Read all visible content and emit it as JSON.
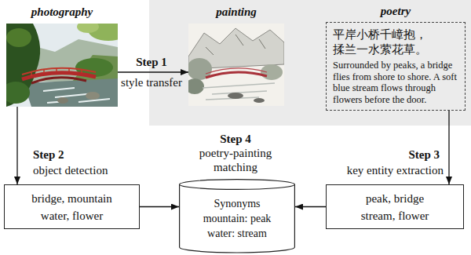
{
  "diagram": {
    "nodes": [
      {
        "text": [
          "photography"
        ]
      },
      {
        "text": [
          "painting"
        ]
      },
      {
        "text": [
          "poetry",
          "平岸小桥千嶂抱， 揉兰一水萦花草。",
          "Surrounded by peaks, a bridge flies from shore to shore. A soft blue stream flows through flowers before the door."
        ]
      },
      {
        "text": [
          "bridge, mountain water, flower"
        ]
      },
      {
        "text": [
          "peak, bridge stream, flower"
        ]
      },
      {
        "text": [
          "Synonyms",
          "mountain: peak water: stream"
        ]
      }
    ],
    "edges": [
      {
        "from": 0,
        "to": 1,
        "arrow": "to",
        "label": "Step 1"
      },
      {
        "from": 0,
        "to": 3,
        "arrow": "to",
        "label": "Step 2"
      },
      {
        "from": 2,
        "to": 4,
        "arrow": "to",
        "label": "Step 3"
      },
      {
        "from": 3,
        "to": 5,
        "arrow": "to"
      },
      {
        "from": 4,
        "to": 5,
        "arrow": "to"
      }
    ],
    "labels": [
      "style transfer",
      "object detection",
      "key entity extraction",
      "Step 4",
      "poetry-painting matching"
    ]
  }
}
